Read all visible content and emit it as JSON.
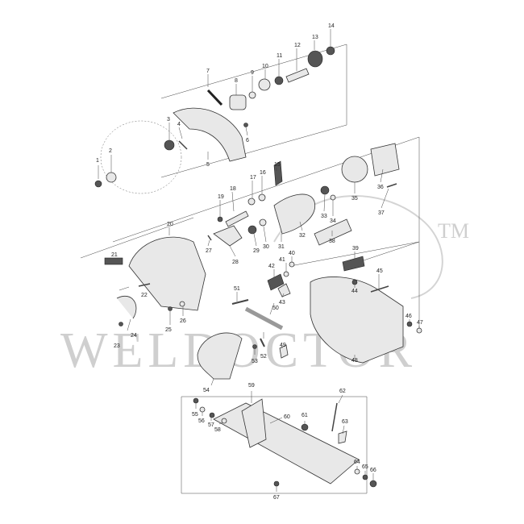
{
  "watermark": {
    "text": "WELDOCTOR",
    "trademark": "TM"
  },
  "callouts": [
    {
      "id": "c1",
      "n": "1"
    },
    {
      "id": "c2",
      "n": "2"
    },
    {
      "id": "c3",
      "n": "3"
    },
    {
      "id": "c4",
      "n": "4"
    },
    {
      "id": "c5",
      "n": "5"
    },
    {
      "id": "c6",
      "n": "6"
    },
    {
      "id": "c7",
      "n": "7"
    },
    {
      "id": "c8",
      "n": "8"
    },
    {
      "id": "c9",
      "n": "9"
    },
    {
      "id": "c10",
      "n": "10"
    },
    {
      "id": "c11",
      "n": "11"
    },
    {
      "id": "c12",
      "n": "12"
    },
    {
      "id": "c13",
      "n": "13"
    },
    {
      "id": "c14",
      "n": "14"
    },
    {
      "id": "c15",
      "n": "15"
    },
    {
      "id": "c16",
      "n": "16"
    },
    {
      "id": "c17",
      "n": "17"
    },
    {
      "id": "c18",
      "n": "18"
    },
    {
      "id": "c19",
      "n": "19"
    },
    {
      "id": "c20",
      "n": "20"
    },
    {
      "id": "c21",
      "n": "21"
    },
    {
      "id": "c22",
      "n": "22"
    },
    {
      "id": "c23",
      "n": "23"
    },
    {
      "id": "c24",
      "n": "24"
    },
    {
      "id": "c25",
      "n": "25"
    },
    {
      "id": "c26",
      "n": "26"
    },
    {
      "id": "c27",
      "n": "27"
    },
    {
      "id": "c28",
      "n": "28"
    },
    {
      "id": "c29",
      "n": "29"
    },
    {
      "id": "c30",
      "n": "30"
    },
    {
      "id": "c31",
      "n": "31"
    },
    {
      "id": "c32",
      "n": "32"
    },
    {
      "id": "c33",
      "n": "33"
    },
    {
      "id": "c34",
      "n": "34"
    },
    {
      "id": "c35",
      "n": "35"
    },
    {
      "id": "c36",
      "n": "36"
    },
    {
      "id": "c37",
      "n": "37"
    },
    {
      "id": "c38",
      "n": "38"
    },
    {
      "id": "c39",
      "n": "39"
    },
    {
      "id": "c40",
      "n": "40"
    },
    {
      "id": "c41",
      "n": "41"
    },
    {
      "id": "c42",
      "n": "42"
    },
    {
      "id": "c43",
      "n": "43"
    },
    {
      "id": "c44",
      "n": "44"
    },
    {
      "id": "c45",
      "n": "45"
    },
    {
      "id": "c46",
      "n": "46"
    },
    {
      "id": "c47",
      "n": "47"
    },
    {
      "id": "c48",
      "n": "48"
    },
    {
      "id": "c49",
      "n": "49"
    },
    {
      "id": "c50",
      "n": "50"
    },
    {
      "id": "c51",
      "n": "51"
    },
    {
      "id": "c52",
      "n": "52"
    },
    {
      "id": "c53",
      "n": "53"
    },
    {
      "id": "c54",
      "n": "54"
    },
    {
      "id": "c55",
      "n": "55"
    },
    {
      "id": "c56",
      "n": "56"
    },
    {
      "id": "c57",
      "n": "57"
    },
    {
      "id": "c58",
      "n": "58"
    },
    {
      "id": "c59",
      "n": "59"
    },
    {
      "id": "c60",
      "n": "60"
    },
    {
      "id": "c61",
      "n": "61"
    },
    {
      "id": "c62",
      "n": "62"
    },
    {
      "id": "c63",
      "n": "63"
    },
    {
      "id": "c64",
      "n": "64"
    },
    {
      "id": "c65",
      "n": "65"
    },
    {
      "id": "c66",
      "n": "66"
    },
    {
      "id": "c67",
      "n": "67"
    }
  ]
}
